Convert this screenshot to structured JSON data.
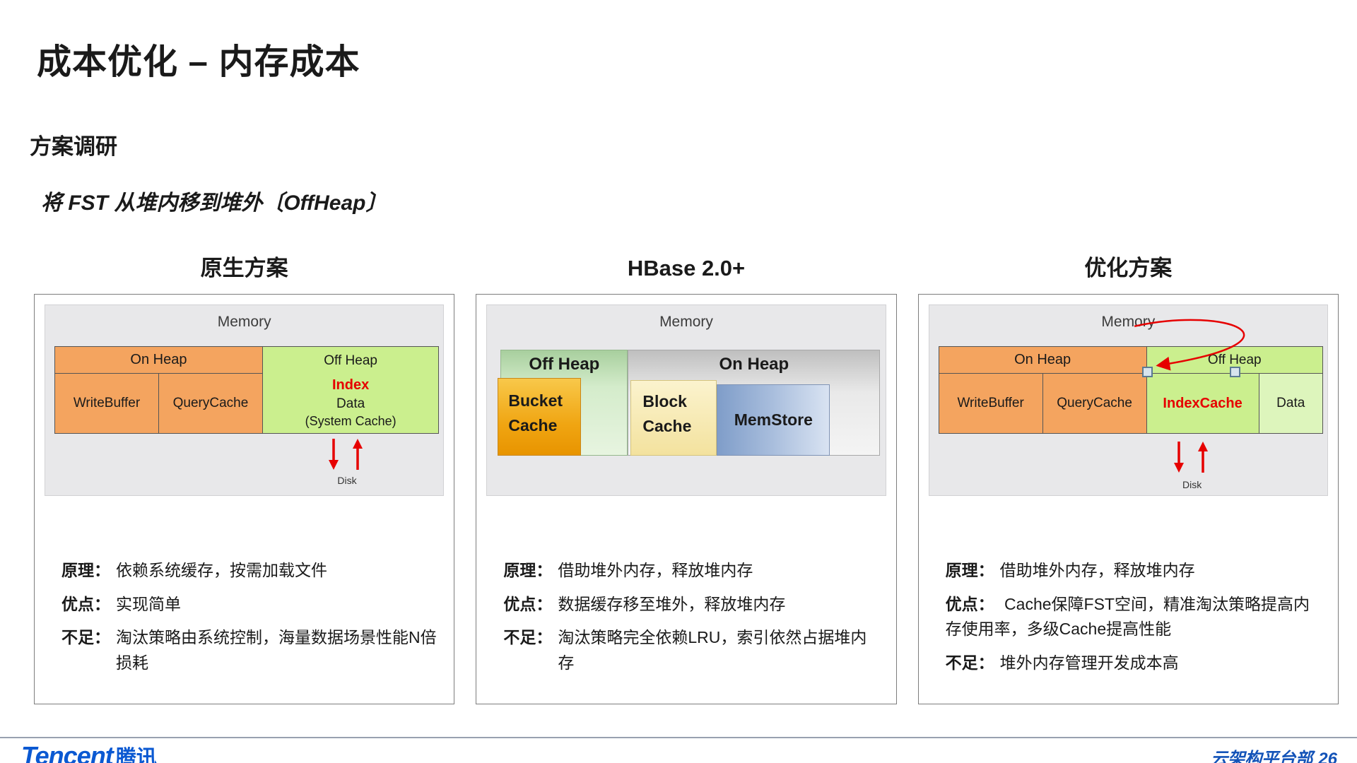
{
  "colors": {
    "orange": "#F4A45F",
    "green": "#CBEF8E",
    "accent_red": "#E60000",
    "brand_blue": "#0B59D2"
  },
  "slide": {
    "title": "成本优化 – 内存成本",
    "section_heading": "方案调研",
    "intro": "将 FST 从堆内移到堆外〔OffHeap〕"
  },
  "columns": [
    {
      "heading": "原生方案",
      "diagram": {
        "memory_label": "Memory",
        "on_heap_label": "On Heap",
        "cells": [
          "WriteBuffer",
          "QueryCache"
        ],
        "off_heap_label": "Off Heap",
        "index_label": "Index",
        "data_label": "Data",
        "system_cache_label": "(System Cache)",
        "disk_label": "Disk"
      },
      "notes": [
        {
          "label": "原理：",
          "text": "依赖系统缓存，按需加载文件"
        },
        {
          "label": "优点：",
          "text": "实现简单"
        },
        {
          "label": "不足：",
          "text": "淘汰策略由系统控制，海量数据场景性能N倍损耗"
        }
      ]
    },
    {
      "heading": "HBase 2.0+",
      "diagram": {
        "memory_label": "Memory",
        "off_heap_label": "Off Heap",
        "on_heap_label": "On Heap",
        "bucket_cache_label": "Bucket Cache",
        "block_cache_label": "Block Cache",
        "memstore_label": "MemStore"
      },
      "notes": [
        {
          "label": "原理：",
          "text": "借助堆外内存，释放堆内存"
        },
        {
          "label": "优点：",
          "text": "数据缓存移至堆外，释放堆内存"
        },
        {
          "label": "不足：",
          "text": "淘汰策略完全依赖LRU，索引依然占据堆内存"
        }
      ]
    },
    {
      "heading": "优化方案",
      "diagram": {
        "memory_label": "Memory",
        "on_heap_label": "On Heap",
        "cells": [
          "WriteBuffer",
          "QueryCache"
        ],
        "off_heap_label": "Off Heap",
        "index_cache_label": "IndexCache",
        "data_label": "Data",
        "disk_label": "Disk"
      },
      "notes": [
        {
          "label": "原理：",
          "text": "借助堆外内存，释放堆内存"
        },
        {
          "label": "优点：",
          "text": "Cache保障FST空间，精准淘汰策略提高内存使用率，多级Cache提高性能"
        },
        {
          "label": "不足：",
          "text": "堆外内存管理开发成本高"
        }
      ]
    }
  ],
  "footer": {
    "brand": "Tencent",
    "brand_cn": "腾讯",
    "department": "云架构平台部",
    "page_number": "26"
  }
}
